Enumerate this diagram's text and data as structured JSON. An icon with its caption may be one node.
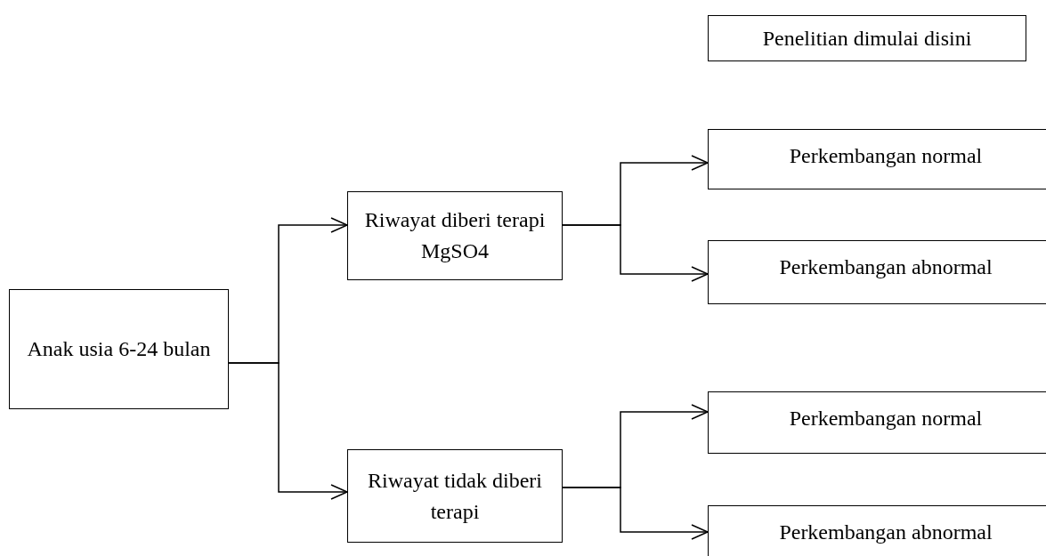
{
  "diagram": {
    "nodes": [
      {
        "text": [
          "Penelitian dimulai disini"
        ]
      },
      {
        "text": [
          "Anak usia 6-24 bulan"
        ]
      },
      {
        "text": [
          "Riwayat diberi terapi MgSO4"
        ]
      },
      {
        "text": [
          "Riwayat tidak diberi terapi"
        ]
      },
      {
        "text": [
          "Perkembangan normal"
        ]
      },
      {
        "text": [
          "Perkembangan abnormal"
        ]
      },
      {
        "text": [
          "Perkembangan normal"
        ]
      },
      {
        "text": [
          "Perkembangan abnormal"
        ]
      }
    ],
    "edges": [
      {
        "from": 1,
        "to": 2,
        "arrow": "to"
      },
      {
        "from": 1,
        "to": 3,
        "arrow": "to"
      },
      {
        "from": 2,
        "to": 4,
        "arrow": "to"
      },
      {
        "from": 2,
        "to": 5,
        "arrow": "to"
      },
      {
        "from": 3,
        "to": 6,
        "arrow": "to"
      },
      {
        "from": 3,
        "to": 7,
        "arrow": "to"
      }
    ]
  }
}
